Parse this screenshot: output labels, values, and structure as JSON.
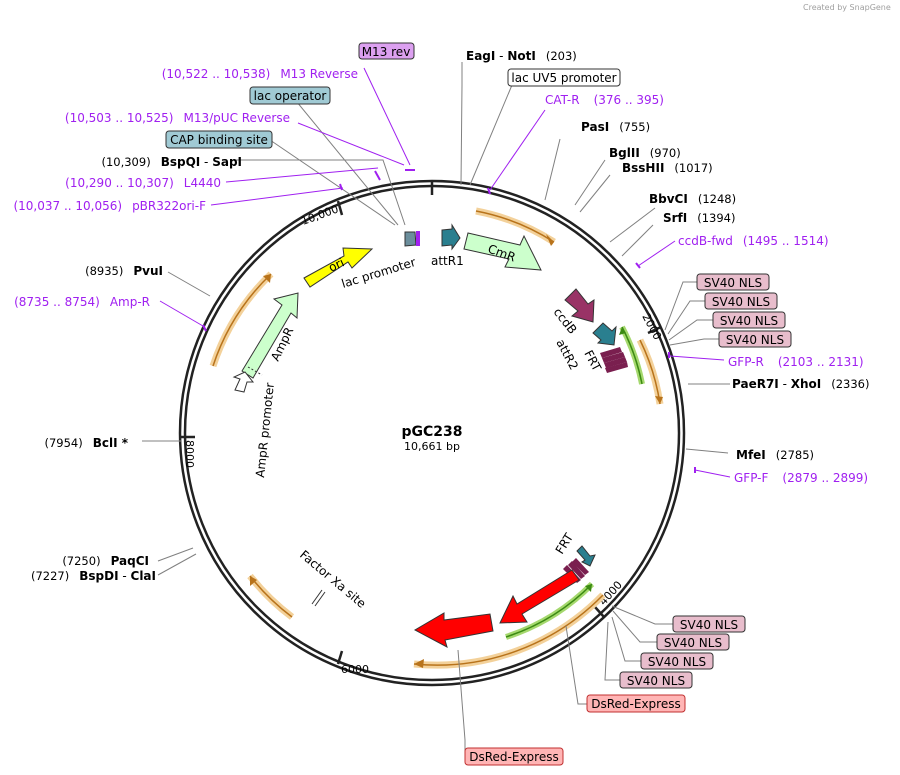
{
  "credit": "Created by SnapGene",
  "plasmid": {
    "name": "pGC238",
    "length": "10,661 bp"
  },
  "enzymes": [
    {
      "a": "EagI",
      "b": "NotI",
      "pos": "(203)"
    },
    {
      "a": "PasI",
      "pos": "(755)"
    },
    {
      "a": "BglII",
      "pos": "(970)"
    },
    {
      "a": "BssHII",
      "pos": "(1017)"
    },
    {
      "a": "BbvCI",
      "pos": "(1248)"
    },
    {
      "a": "SrfI",
      "pos": "(1394)"
    },
    {
      "a": "PaeR7I",
      "b": "XhoI",
      "pos": "(2336)"
    },
    {
      "a": "MfeI",
      "pos": "(2785)"
    },
    {
      "a": "PaqCI",
      "pos": "(7250)"
    },
    {
      "a": "BspDI",
      "b": "ClaI",
      "pos": "(7227)"
    },
    {
      "a": "BclI *",
      "pos": "(7954)"
    },
    {
      "a": "PvuI",
      "pos": "(8935)"
    },
    {
      "a": "BspQI",
      "b": "SapI",
      "pos": "(10,309)"
    }
  ],
  "primers": [
    {
      "name": "M13 Reverse",
      "range": "(10,522 .. 10,538)"
    },
    {
      "name": "M13/pUC Reverse",
      "range": "(10,503 .. 10,525)"
    },
    {
      "name": "L4440",
      "range": "(10,290 .. 10,307)"
    },
    {
      "name": "pBR322ori-F",
      "range": "(10,037 .. 10,056)"
    },
    {
      "name": "Amp-R",
      "range": "(8735 .. 8754)"
    },
    {
      "name": "CAT-R",
      "range": "(376 .. 395)"
    },
    {
      "name": "ccdB-fwd",
      "range": "(1495 .. 1514)"
    },
    {
      "name": "GFP-R",
      "range": "(2103 .. 2131)"
    },
    {
      "name": "GFP-F",
      "range": "(2879 .. 2899)"
    }
  ],
  "boxed": {
    "m13rev": "M13 rev",
    "lac_operator": "lac operator",
    "cap_site": "CAP binding site",
    "lac_uv5": "lac UV5 promoter",
    "sv40_nls": "SV40 NLS",
    "dsred": "DsRed-Express"
  },
  "features": {
    "ori": "ori",
    "lac_promoter": "lac promoter",
    "attR1": "attR1",
    "cmr": "CmR",
    "ccdb": "ccdB",
    "attR2": "attR2",
    "frt": "FRT",
    "ampr": "AmpR",
    "ampr_promoter": "AmpR promoter",
    "factor_xa": "Factor Xa site"
  },
  "ticks": [
    "10,000",
    "2000",
    "4000",
    "6000",
    "8000"
  ],
  "colors": {
    "backbone": "#222222",
    "primer": "#a020f0",
    "orf": "#e8a23c",
    "ori": "#ffff00",
    "cmr": "#ccffcc",
    "ampr": "#ccffcc",
    "ccdb": "#993366",
    "att": "#2a7f8f",
    "dsred": "#ff0000",
    "green_orf": "#66bb22",
    "sv40_fill": "#e8bdcc",
    "lacop_fill": "#a0cad4",
    "m13_fill": "#dca0f0",
    "dsred_fill": "#ffb5b5"
  }
}
